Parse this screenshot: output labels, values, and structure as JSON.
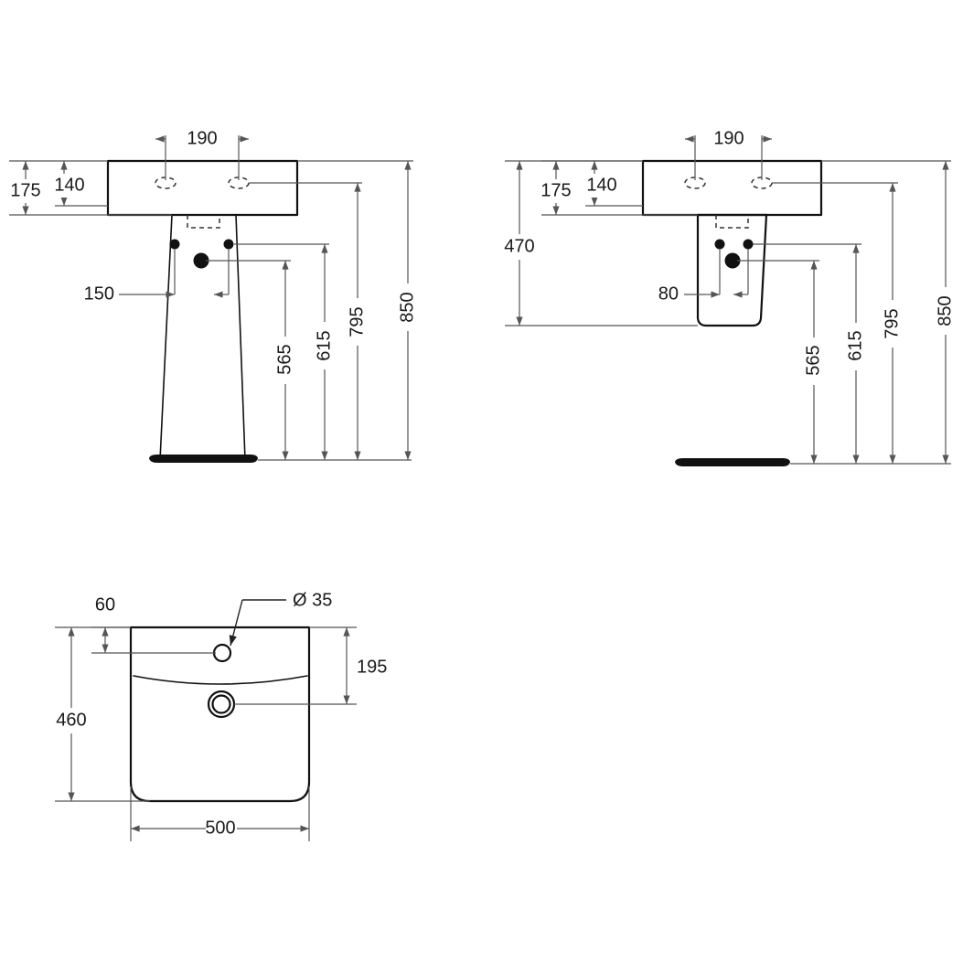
{
  "document": {
    "type": "technical-drawing",
    "subject": "washbasin with pedestal - dimensioned product drawing",
    "units": "mm",
    "background_color": "#ffffff",
    "line_color": "#111111",
    "dimension_line_color": "#555555"
  },
  "views": {
    "front": {
      "name": "front-elevation",
      "dimensions": {
        "tap_hole_spacing": "190",
        "basin_upper_height": "140",
        "basin_total_height": "175",
        "fixing_spacing": "150",
        "waste_height": "565",
        "supply_height": "615",
        "trap_height": "795",
        "overall_height": "850"
      }
    },
    "side": {
      "name": "side-elevation",
      "dimensions": {
        "tap_hole_spacing": "190",
        "basin_upper_height": "140",
        "basin_total_height": "175",
        "projection_depth": "470",
        "fixing_spacing": "80",
        "waste_height": "565",
        "supply_height": "615",
        "trap_height": "795",
        "overall_height": "850"
      }
    },
    "plan": {
      "name": "plan-view",
      "dimensions": {
        "tap_hole_offset": "60",
        "tap_hole_diameter": "Ø 35",
        "waste_offset": "195",
        "depth": "460",
        "width": "500"
      }
    }
  },
  "labels": {
    "d190": "190",
    "d175": "175",
    "d140": "140",
    "d150": "150",
    "d565": "565",
    "d615": "615",
    "d795": "795",
    "d850": "850",
    "d470": "470",
    "d80": "80",
    "d60": "60",
    "d35": "Ø 35",
    "d195": "195",
    "d460": "460",
    "d500": "500"
  }
}
